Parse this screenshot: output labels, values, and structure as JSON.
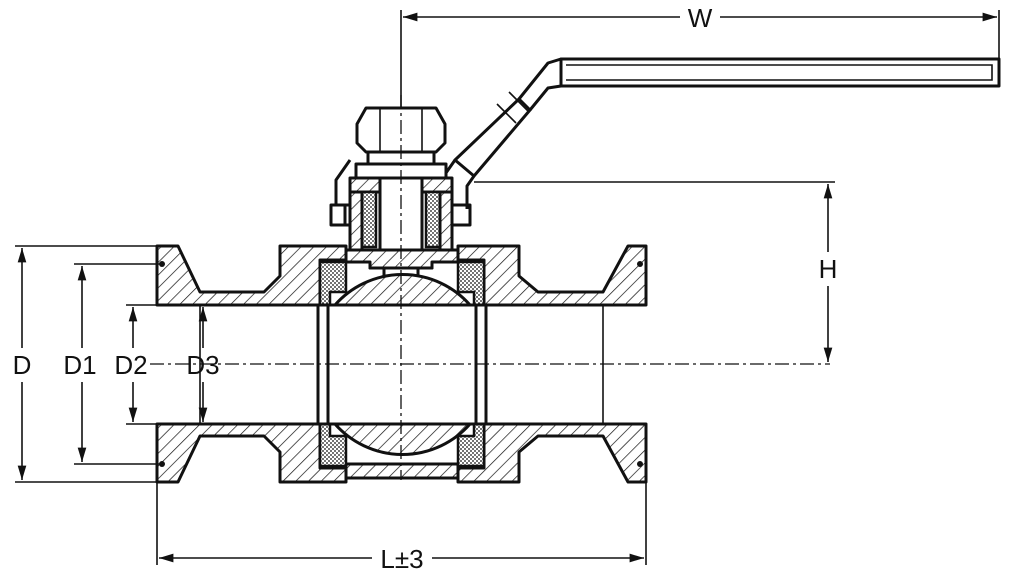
{
  "figure": {
    "description_labels": {
      "width": "W",
      "height": "H",
      "outer_diameter": "D",
      "flange_diameter": "D1",
      "bore_diameter": "D2",
      "inner_diameter": "D3",
      "length": "L±3"
    }
  }
}
